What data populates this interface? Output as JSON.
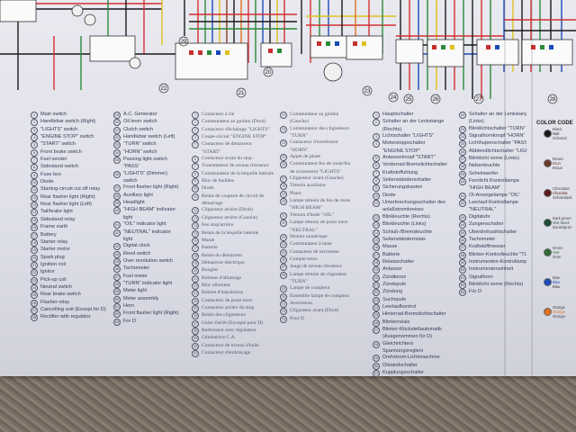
{
  "legend": {
    "columns": [
      {
        "items": [
          {
            "n": "1",
            "t": "Main switch"
          },
          {
            "n": "2",
            "t": "Handlebar switch (Right)"
          },
          {
            "n": "3",
            "t": "\"LIGHTS\" switch"
          },
          {
            "n": "4",
            "t": "\"ENGINE STOP\" switch"
          },
          {
            "n": "5",
            "t": "\"START\" switch"
          },
          {
            "n": "6",
            "t": "Front brake switch"
          },
          {
            "n": "7",
            "t": "Fuel sender"
          },
          {
            "n": "8",
            "t": "Sidestand switch"
          },
          {
            "n": "9",
            "t": "Fuse box"
          },
          {
            "n": "10",
            "t": "Diode"
          },
          {
            "n": "11",
            "t": "Starting-circuit cut off relay"
          },
          {
            "n": "12",
            "t": "Rear flasher light (Right)"
          },
          {
            "n": "13",
            "t": "Rear flasher light (Left)"
          },
          {
            "n": "14",
            "t": "Tail/brake light"
          },
          {
            "n": "15",
            "t": "Sidestand relay"
          },
          {
            "n": "16",
            "t": "Frame earth"
          },
          {
            "n": "17",
            "t": "Battery"
          },
          {
            "n": "18",
            "t": "Starter relay"
          },
          {
            "n": "19",
            "t": "Starter motor"
          },
          {
            "n": "20",
            "t": "Spark plug"
          },
          {
            "n": "21",
            "t": "Ignition coil"
          },
          {
            "n": "22",
            "t": "Ignitor"
          },
          {
            "n": "23",
            "t": "Pick-up coil"
          },
          {
            "n": "24",
            "t": "Neutral switch"
          },
          {
            "n": "25",
            "t": "Rear brake switch"
          },
          {
            "n": "26",
            "t": "Flasher relay"
          },
          {
            "n": "27",
            "t": "Cancelling unit (Except for D)"
          },
          {
            "n": "28",
            "t": "Rectifier with regulator"
          }
        ]
      },
      {
        "items": [
          {
            "n": "29",
            "t": "A.C. Generator"
          },
          {
            "n": "30",
            "t": "Oil lever switch"
          },
          {
            "n": "31",
            "t": "Clutch switch"
          },
          {
            "n": "32",
            "t": "Handlebar switch (Left)"
          },
          {
            "n": "33",
            "t": "\"TURN\" switch"
          },
          {
            "n": "34",
            "t": "\"HORN\" switch"
          },
          {
            "n": "35",
            "t": "Passing light switch"
          },
          {
            "n": "",
            "t": "\"PASS\""
          },
          {
            "n": "36",
            "t": "\"LIGHTS\" (Dimmer)"
          },
          {
            "n": "",
            "t": "switch"
          },
          {
            "n": "37",
            "t": "Front flasher light (Right)"
          },
          {
            "n": "38",
            "t": "Auxiliary light"
          },
          {
            "n": "39",
            "t": "Headlight"
          },
          {
            "n": "40",
            "t": "\"HIGH BEAM\" indicator"
          },
          {
            "n": "",
            "t": "light"
          },
          {
            "n": "41",
            "t": "\"OIL\" indicator light"
          },
          {
            "n": "42",
            "t": "\"NEUTRAL\" indicator"
          },
          {
            "n": "",
            "t": "light"
          },
          {
            "n": "43",
            "t": "Digital clock"
          },
          {
            "n": "44",
            "t": "Reed switch"
          },
          {
            "n": "45",
            "t": "Over revolution switch"
          },
          {
            "n": "46",
            "t": "Tachometer"
          },
          {
            "n": "47",
            "t": "Fuel meter"
          },
          {
            "n": "48",
            "t": "\"TURN\" indicator light"
          },
          {
            "n": "49",
            "t": "Meter light"
          },
          {
            "n": "50",
            "t": "Meter assembly"
          },
          {
            "n": "51",
            "t": "Horn"
          },
          {
            "n": "52",
            "t": "Front flasher light (Right)"
          },
          {
            "n": "53",
            "t": "For D"
          }
        ]
      },
      {
        "items": [
          {
            "n": "1",
            "t": "Contacteur à clé"
          },
          {
            "n": "2",
            "t": "Commutateur au guidon (Droit)"
          },
          {
            "n": "3",
            "t": "Contacteur d'éclairage \"LIGHTS\""
          },
          {
            "n": "4",
            "t": "Coupe-circuit \"ENGINE STOP\""
          },
          {
            "n": "5",
            "t": "Contacteur de démarreur"
          },
          {
            "n": "",
            "t": "\"START\""
          },
          {
            "n": "6",
            "t": "Contacteur avant du stop"
          },
          {
            "n": "7",
            "t": "Transmetteur de niveau d'essence"
          },
          {
            "n": "8",
            "t": "Commutateur de la béquille latérale"
          },
          {
            "n": "9",
            "t": "Bloc de fusibles"
          },
          {
            "n": "10",
            "t": "Diode"
          },
          {
            "n": "11",
            "t": "Relais de coupure de circuit de"
          },
          {
            "n": "",
            "t": "démarrage"
          },
          {
            "n": "12",
            "t": "Clignoteur arrière (Droit)"
          },
          {
            "n": "13",
            "t": "Clignoteur arrière (Gauche)"
          },
          {
            "n": "14",
            "t": "Feu stop/arrière"
          },
          {
            "n": "15",
            "t": "Relais de la béquille latérale"
          },
          {
            "n": "16",
            "t": "Masse"
          },
          {
            "n": "17",
            "t": "Batterie"
          },
          {
            "n": "18",
            "t": "Relais du démarreur"
          },
          {
            "n": "19",
            "t": "Démarreur électrique"
          },
          {
            "n": "20",
            "t": "Bougies"
          },
          {
            "n": "21",
            "t": "Bobines d'allumage"
          },
          {
            "n": "22",
            "t": "Bloc allumeur"
          },
          {
            "n": "23",
            "t": "Bobine d'impulsions"
          },
          {
            "n": "24",
            "t": "Contacteur de point mort"
          },
          {
            "n": "25",
            "t": "Contacteur arrière du stop"
          },
          {
            "n": "26",
            "t": "Relais des clignoteurs"
          },
          {
            "n": "27",
            "t": "Unité d'arrêt (Excepté pour D)"
          },
          {
            "n": "28",
            "t": "Redresseur avec régulateur"
          },
          {
            "n": "29",
            "t": "Génératrice C.A."
          },
          {
            "n": "30",
            "t": "Contacteur de niveau d'huile"
          },
          {
            "n": "31",
            "t": "Contacteur d'embrayage"
          }
        ]
      },
      {
        "items": [
          {
            "n": "32",
            "t": "Commutateur au guidon"
          },
          {
            "n": "",
            "t": "(Gauche)"
          },
          {
            "n": "33",
            "t": "Commutateur des clignoteurs"
          },
          {
            "n": "",
            "t": "\"TURN\""
          },
          {
            "n": "34",
            "t": "Contacteur d'avertisseur"
          },
          {
            "n": "",
            "t": "\"HORN\""
          },
          {
            "n": "35",
            "t": "Appel de phare"
          },
          {
            "n": "36",
            "t": "Commutateur feu de route/feu"
          },
          {
            "n": "",
            "t": "de croisement \"LIGHTS\""
          },
          {
            "n": "37",
            "t": "Clignoteur avant (Gauche)"
          },
          {
            "n": "38",
            "t": "Témoin auxiliaire"
          },
          {
            "n": "39",
            "t": "Phare"
          },
          {
            "n": "40",
            "t": "Lampe témoin de feu de route"
          },
          {
            "n": "",
            "t": "\"HIGH BEAM\""
          },
          {
            "n": "41",
            "t": "Témoin d'huile \"OIL\""
          },
          {
            "n": "42",
            "t": "Lampe témoin de point mort"
          },
          {
            "n": "",
            "t": "\"NEUTRAL\""
          },
          {
            "n": "43",
            "t": "Montre numérique"
          },
          {
            "n": "44",
            "t": "Commutateur à lame"
          },
          {
            "n": "45",
            "t": "Contacteur de survitesse"
          },
          {
            "n": "46",
            "t": "Compte-tours"
          },
          {
            "n": "47",
            "t": "Jauge de niveau d'essence"
          },
          {
            "n": "48",
            "t": "Lampe témoin de clignoteur"
          },
          {
            "n": "",
            "t": "\"TURN\""
          },
          {
            "n": "49",
            "t": "Lampe de compteur"
          },
          {
            "n": "50",
            "t": "Ensemble lampe de compteur"
          },
          {
            "n": "51",
            "t": "Avertisseur"
          },
          {
            "n": "52",
            "t": "Clignoteur avant (Droit)"
          },
          {
            "n": "53",
            "t": "Pour D"
          }
        ]
      },
      {
        "items": [
          {
            "n": "1",
            "t": "Hauptschalter"
          },
          {
            "n": "2",
            "t": "Schalter an der Lenkstange"
          },
          {
            "n": "",
            "t": "(Rechts)"
          },
          {
            "n": "3",
            "t": "Lichtschalter \"LIGHTS\""
          },
          {
            "n": "4",
            "t": "Motorstoppschalter"
          },
          {
            "n": "",
            "t": "\"ENGINE STOP\""
          },
          {
            "n": "5",
            "t": "Anlasserknopf \"START\""
          },
          {
            "n": "6",
            "t": "Vorderrad-Bremslichtschalter"
          },
          {
            "n": "7",
            "t": "Kraftstoffuhlung"
          },
          {
            "n": "8",
            "t": "Seitenständerschalter"
          },
          {
            "n": "9",
            "t": "Sicherungskasten"
          },
          {
            "n": "10",
            "t": "Diode"
          },
          {
            "n": "11",
            "t": "Unterbrechungsschalter des"
          },
          {
            "n": "",
            "t": "anlaßstromkreises"
          },
          {
            "n": "12",
            "t": "Blinkleuchte (Rechts)"
          },
          {
            "n": "13",
            "t": "Blinkleuchte (Links)"
          },
          {
            "n": "14",
            "t": "Schluß-/Bremsleuchte"
          },
          {
            "n": "15",
            "t": "Seitenständerrelais"
          },
          {
            "n": "16",
            "t": "Masse"
          },
          {
            "n": "17",
            "t": "Batterie"
          },
          {
            "n": "18",
            "t": "Relaisschalter"
          },
          {
            "n": "19",
            "t": "Anlasser"
          },
          {
            "n": "20",
            "t": "Zündkerze"
          },
          {
            "n": "21",
            "t": "Zündspule"
          },
          {
            "n": "22",
            "t": "Zündung"
          },
          {
            "n": "23",
            "t": "Suchspule"
          },
          {
            "n": "24",
            "t": "Leerlaufkontrol"
          },
          {
            "n": "25",
            "t": "Hinterrad-Bremslichtschalter"
          },
          {
            "n": "26",
            "t": "Blinkerrelais"
          },
          {
            "n": "27",
            "t": "Blinker-Rückstellautomatik"
          },
          {
            "n": "",
            "t": "(Ausgenommen für D)"
          },
          {
            "n": "28",
            "t": "Gleichrichters"
          },
          {
            "n": "",
            "t": "Spannungsreglers"
          },
          {
            "n": "29",
            "t": "Drehstrom-Lichtmaschine"
          },
          {
            "n": "30",
            "t": "Ölstandschalter"
          },
          {
            "n": "31",
            "t": "Kupplungsschalter"
          }
        ]
      },
      {
        "items": [
          {
            "n": "32",
            "t": "Schalter an der Lenkstange"
          },
          {
            "n": "",
            "t": "(Links)"
          },
          {
            "n": "33",
            "t": "Blinklichtschalter \"TURN\""
          },
          {
            "n": "34",
            "t": "Signalhornknopf \"HORN\""
          },
          {
            "n": "35",
            "t": "Lichthupenschalter \"PASS\""
          },
          {
            "n": "36",
            "t": "Abblendlichtschalter \"LIGHT\""
          },
          {
            "n": "37",
            "t": "Blinklicht vorne (Links)"
          },
          {
            "n": "38",
            "t": "Nebenleuchte"
          },
          {
            "n": "39",
            "t": "Scheinwerfer"
          },
          {
            "n": "40",
            "t": "Fernlicht Kontrollampe"
          },
          {
            "n": "",
            "t": "\"HIGH BEAM\""
          },
          {
            "n": "41",
            "t": "Öl-Anzeigelampe \"OIL\""
          },
          {
            "n": "42",
            "t": "Leerlauf-Kontrollampe"
          },
          {
            "n": "",
            "t": "\"NEUTRAL\""
          },
          {
            "n": "43",
            "t": "Digitaluhr"
          },
          {
            "n": "44",
            "t": "Zungenschalter"
          },
          {
            "n": "45",
            "t": "Überdrehzahlschalter"
          },
          {
            "n": "46",
            "t": "Tachometer"
          },
          {
            "n": "47",
            "t": "Kraftstoffmesser"
          },
          {
            "n": "48",
            "t": "Blinker-Kontrolleuchte \"TURN\""
          },
          {
            "n": "49",
            "t": "Instrumenten-Kontrollampe"
          },
          {
            "n": "50",
            "t": "Instrumenteneinheit"
          },
          {
            "n": "51",
            "t": "Signalhorn"
          },
          {
            "n": "52",
            "t": "Blinklicht vorne (Rechts)"
          },
          {
            "n": "53",
            "t": "Für D"
          }
        ]
      }
    ]
  },
  "diagram_labels": [
    "29",
    "20",
    "21",
    "22",
    "23",
    "24",
    "25",
    "26",
    "27",
    "28"
  ],
  "color_code": {
    "title": "COLOR CODE",
    "entries": [
      {
        "l1": "Black",
        "l2": "Noir",
        "l3": "Schwarz",
        "hex": "#1a1a1a"
      },
      {
        "l1": "Brown",
        "l2": "Brun",
        "l3": "Braun",
        "hex": "#6b3a28"
      },
      {
        "l1": "Chocolate",
        "l2": "Chocolat",
        "l3": "Schokolade",
        "hex": "#5a1a1a"
      },
      {
        "l1": "Dark green",
        "l2": "Vert foncé",
        "l3": "Dunkelgrün",
        "hex": "#1e4a34"
      },
      {
        "l1": "Green",
        "l2": "Vert",
        "l3": "Grün",
        "hex": "#2e6e3a"
      },
      {
        "l1": "Blue",
        "l2": "Bleu",
        "l3": "Blau",
        "hex": "#1a4ab8"
      },
      {
        "l1": "Orange",
        "l2": "Orange",
        "l3": "Orange",
        "hex": "#e07020"
      }
    ]
  }
}
